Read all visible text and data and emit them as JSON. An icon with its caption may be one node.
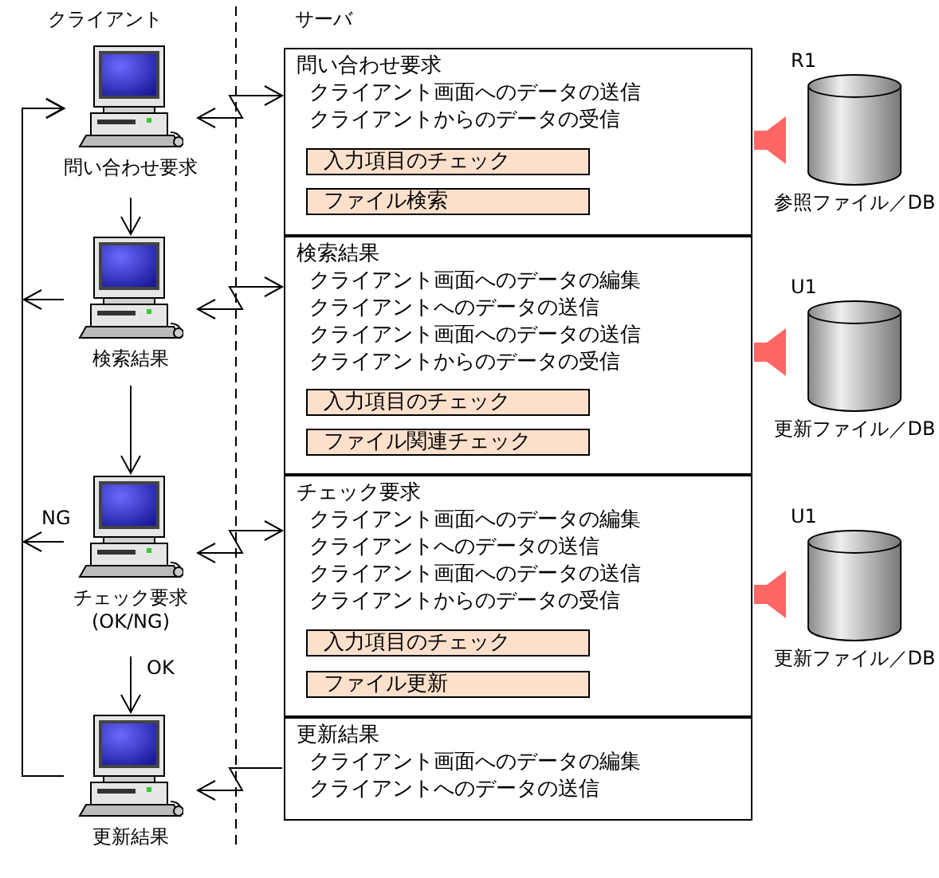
{
  "diagram": {
    "nodes": [
      {
        "text": [
          "問い合わせ要求"
        ]
      },
      {
        "text": [
          "検索結果"
        ]
      },
      {
        "text": [
          "チェック要求",
          "(OK/NG)"
        ]
      },
      {
        "text": [
          "更新結果"
        ]
      },
      {
        "text": [
          "問い合わせ要求",
          "クライアント画面へのデータの送信",
          "クライアントからのデータの受信"
        ]
      },
      {
        "text": [
          "入力項目のチェック"
        ],
        "in": 4
      },
      {
        "text": [
          "ファイル検索"
        ],
        "in": 4
      },
      {
        "text": [
          "検索結果",
          "クライアント画面へのデータの編集",
          "クライアントへのデータの送信",
          "クライアント画面へのデータの送信",
          "クライアントからのデータの受信"
        ]
      },
      {
        "text": [
          "入力項目のチェック"
        ],
        "in": 7
      },
      {
        "text": [
          "ファイル関連チェック"
        ],
        "in": 7
      },
      {
        "text": [
          "チェック要求",
          "クライアント画面へのデータの編集",
          "クライアントへのデータの送信",
          "クライアント画面へのデータの送信",
          "クライアントからのデータの受信"
        ]
      },
      {
        "text": [
          "入力項目のチェック"
        ],
        "in": 10
      },
      {
        "text": [
          "ファイル更新"
        ],
        "in": 10
      },
      {
        "text": [
          "更新結果",
          "クライアント画面へのデータの編集",
          "クライアントへのデータの送信"
        ]
      },
      {
        "text": [
          "R1",
          "参照ファイル／DB"
        ]
      },
      {
        "text": [
          "U1",
          "更新ファイル／DB"
        ]
      },
      {
        "text": [
          "U1",
          "更新ファイル／DB"
        ]
      }
    ],
    "edges": [
      {
        "from": 0,
        "to": 1,
        "arrow": "to"
      },
      {
        "from": 1,
        "to": 2,
        "arrow": "to"
      },
      {
        "from": 2,
        "to": 3,
        "arrow": "to",
        "label": "OK"
      },
      {
        "from": 3,
        "to": 0,
        "arrow": "to"
      },
      {
        "from": 1,
        "to": 0,
        "arrow": "to"
      },
      {
        "from": 2,
        "to": 0,
        "arrow": "to",
        "label": "NG"
      },
      {
        "from": 0,
        "to": 4,
        "arrow": "both"
      },
      {
        "from": 1,
        "to": 7,
        "arrow": "both"
      },
      {
        "from": 2,
        "to": 10,
        "arrow": "both"
      },
      {
        "from": 13,
        "to": 3,
        "arrow": "to"
      },
      {
        "from": 14,
        "to": 4,
        "arrow": "to",
        "style": "thick",
        "color": "#ff6666"
      },
      {
        "from": 15,
        "to": 7,
        "arrow": "to",
        "style": "thick",
        "color": "#ff6666"
      },
      {
        "from": 16,
        "to": 10,
        "arrow": "to",
        "style": "thick",
        "color": "#ff6666"
      }
    ],
    "labels": [
      "クライアント",
      "サーバ"
    ]
  }
}
